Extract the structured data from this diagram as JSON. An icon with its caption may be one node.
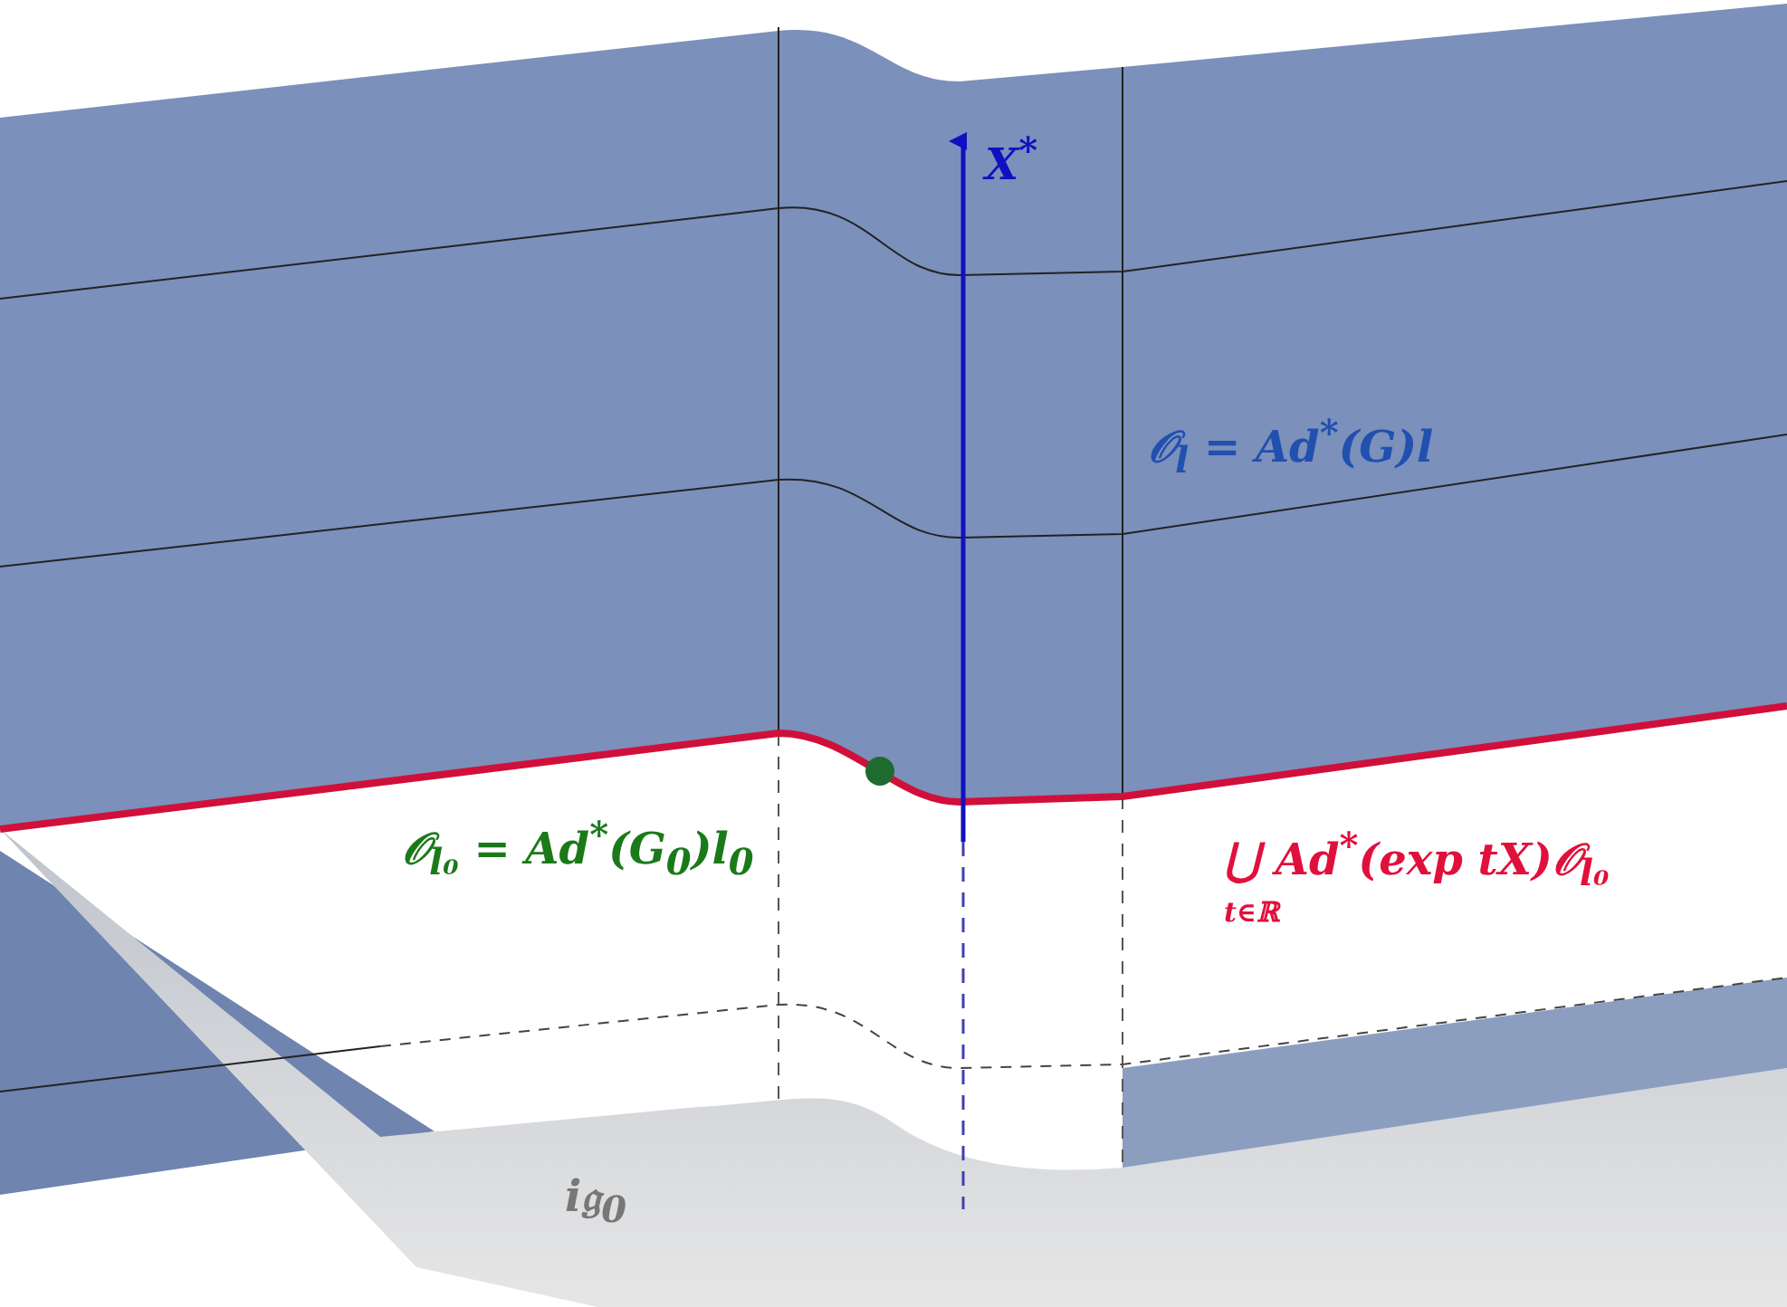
{
  "diagram": {
    "labels": [
      "X$^{*}$",
      "𝒪$_{l}$ = Ad$^{*}$(G)l",
      "𝒪$_{l₀}$ = Ad$^{*}$(G$_{0}$)l$_{0}$",
      "⋃$_{t∈ℝ}$ Ad$^{*}$(exp tX)𝒪$_{l₀}$",
      "i𝔤$_{0}$"
    ]
  }
}
